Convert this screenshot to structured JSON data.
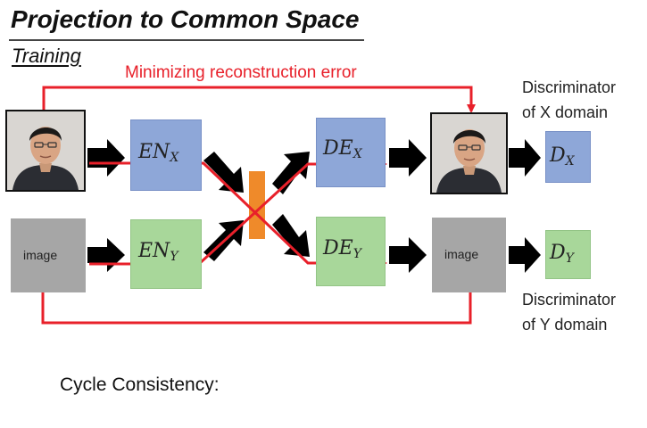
{
  "title": "Projection to Common Space",
  "subtitle": "Training",
  "reconstruction_label": "Minimizing reconstruction error",
  "encoders": [
    {
      "base": "EN",
      "sub": "X"
    },
    {
      "base": "EN",
      "sub": "Y"
    }
  ],
  "decoders": [
    {
      "base": "DE",
      "sub": "X"
    },
    {
      "base": "DE",
      "sub": "Y"
    }
  ],
  "discriminators": [
    {
      "base": "D",
      "sub": "X",
      "caption_line1": "Discriminator",
      "caption_line2": "of X domain"
    },
    {
      "base": "D",
      "sub": "Y",
      "caption_line1": "Discriminator",
      "caption_line2": "of Y domain"
    }
  ],
  "image_label": "image",
  "cycle_label": "Cycle Consistency:",
  "colors": {
    "red": "#e8202a",
    "blue": "#8ea7d8",
    "green": "#a8d79a",
    "gray": "#a6a6a6",
    "orange": "#ef8a2a",
    "black": "#000000"
  }
}
